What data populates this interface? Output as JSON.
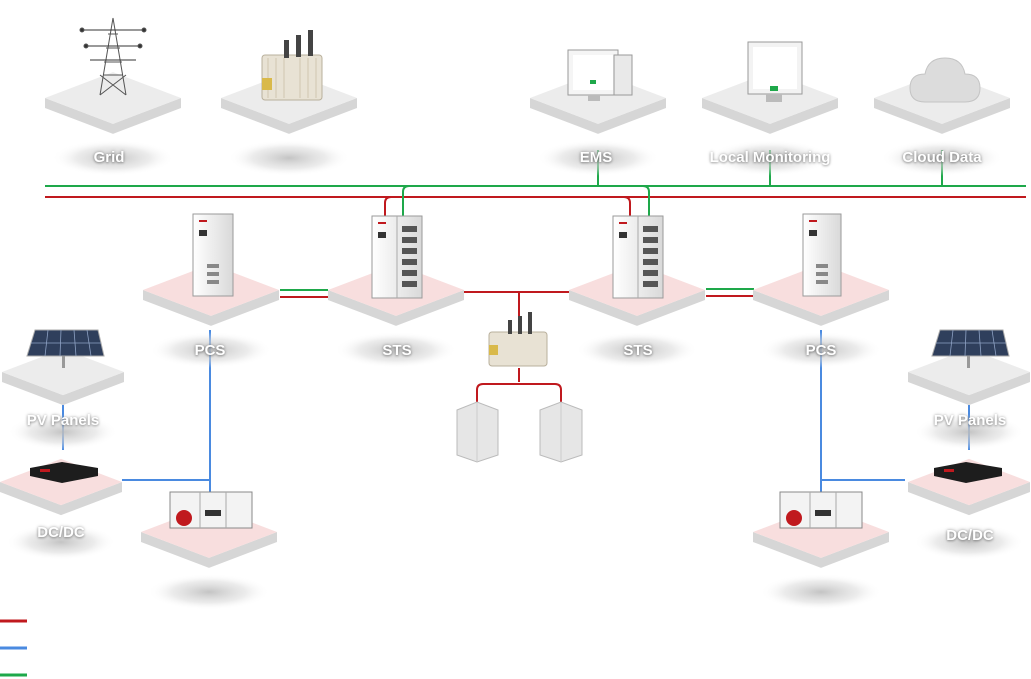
{
  "nodes": {
    "grid": {
      "label": "Grid",
      "icon": "transmission-tower-icon"
    },
    "transformer_top": {
      "label": "",
      "icon": "transformer-icon"
    },
    "ems": {
      "label": "EMS",
      "icon": "dual-monitor-icon"
    },
    "local_monitoring": {
      "label": "Local Monitoring",
      "icon": "monitor-icon"
    },
    "cloud_data": {
      "label": "Cloud Data",
      "icon": "cloud-icon"
    },
    "pcs_left": {
      "label": "PCS",
      "icon": "pcs-cabinet-icon"
    },
    "sts_left": {
      "label": "STS",
      "icon": "sts-cabinet-icon"
    },
    "sts_right": {
      "label": "STS",
      "icon": "sts-cabinet-icon"
    },
    "pcs_right": {
      "label": "PCS",
      "icon": "pcs-cabinet-icon"
    },
    "pv_left": {
      "label": "PV Panels",
      "icon": "solar-panel-icon"
    },
    "pv_right": {
      "label": "PV Panels",
      "icon": "solar-panel-icon"
    },
    "dcdc_left": {
      "label": "DC/DC",
      "icon": "dcdc-converter-icon"
    },
    "dcdc_right": {
      "label": "DC/DC",
      "icon": "dcdc-converter-icon"
    },
    "battery_left": {
      "label": "",
      "icon": "battery-rack-icon"
    },
    "battery_right": {
      "label": "",
      "icon": "battery-rack-icon"
    },
    "transformer_center": {
      "label": "",
      "icon": "transformer-icon"
    },
    "load_left": {
      "label": "",
      "icon": "building-load-icon"
    },
    "load_right": {
      "label": "",
      "icon": "building-load-icon"
    }
  },
  "legend": [
    {
      "color": "#c0191e",
      "label": ""
    },
    {
      "color": "#4a8ae0",
      "label": ""
    },
    {
      "color": "#1ea84a",
      "label": ""
    }
  ],
  "colors": {
    "ac_line": "#c0191e",
    "dc_line": "#4a8ae0",
    "comm_line": "#1ea84a",
    "platform_gray": "#ececec",
    "platform_pink": "#f8dede"
  }
}
